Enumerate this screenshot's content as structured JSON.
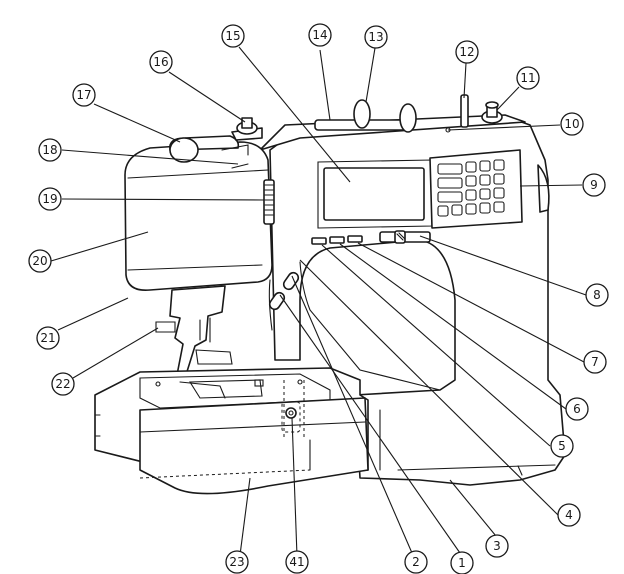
{
  "diagram": {
    "subject": "sewing machine parts diagram",
    "callouts": [
      {
        "id": "c1",
        "number": "1"
      },
      {
        "id": "c2",
        "number": "2"
      },
      {
        "id": "c3",
        "number": "3"
      },
      {
        "id": "c4",
        "number": "4"
      },
      {
        "id": "c5",
        "number": "5"
      },
      {
        "id": "c6",
        "number": "6"
      },
      {
        "id": "c7",
        "number": "7"
      },
      {
        "id": "c8",
        "number": "8"
      },
      {
        "id": "c9",
        "number": "9"
      },
      {
        "id": "c10",
        "number": "10"
      },
      {
        "id": "c11",
        "number": "11"
      },
      {
        "id": "c12",
        "number": "12"
      },
      {
        "id": "c13",
        "number": "13"
      },
      {
        "id": "c14",
        "number": "14"
      },
      {
        "id": "c15",
        "number": "15"
      },
      {
        "id": "c16",
        "number": "16"
      },
      {
        "id": "c17",
        "number": "17"
      },
      {
        "id": "c18",
        "number": "18"
      },
      {
        "id": "c19",
        "number": "19"
      },
      {
        "id": "c20",
        "number": "20"
      },
      {
        "id": "c21",
        "number": "21"
      },
      {
        "id": "c22",
        "number": "22"
      },
      {
        "id": "c23",
        "number": "23"
      },
      {
        "id": "c41",
        "number": "41"
      }
    ]
  }
}
